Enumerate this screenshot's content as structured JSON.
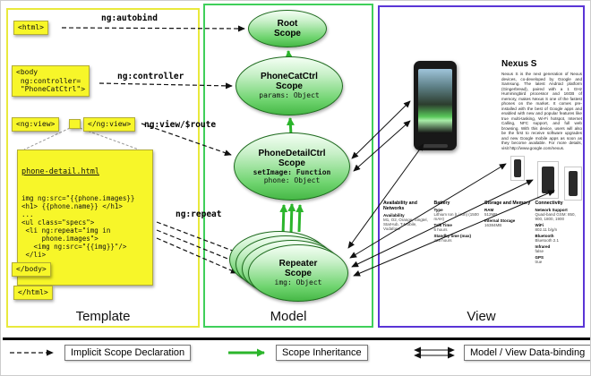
{
  "colors": {
    "template_border": "#e9e93c",
    "model_border": "#3fcf5a",
    "view_border": "#5a35d6",
    "code_box_bg": "#f7f629",
    "scope_fill_green": "#55c955",
    "inheritance_arrow_green": "#2bb52b"
  },
  "panels": {
    "template": {
      "label": "Template"
    },
    "model": {
      "label": "Model"
    },
    "view": {
      "label": "View"
    }
  },
  "annotations": {
    "autobind": "ng:autobind",
    "controller": "ng:controller",
    "view_route": "ng:view/$route",
    "repeat": "ng:repeat"
  },
  "code": {
    "html_open": "<html>",
    "body_open": "<body\n ng:controller=\n \"PhoneCatCtrl\">",
    "ngview_open": "<ng:view>",
    "ngview_close": "</ng:view>",
    "detail_title": "phone-detail.html",
    "detail_code": "img ng:src=\"{{phone.images}}\n<h1> {{phone.name}} </h1>\n...\n<ul class=\"specs\">\n <li ng:repeat=\"img in\n     phone.images\">\n   <img ng:src=\"{{img}}\"/>\n </li>\n...",
    "body_close": "</body>",
    "html_close": "</html>"
  },
  "scopes": {
    "root": {
      "name": "Root",
      "type": "Scope"
    },
    "phonecat": {
      "name": "PhoneCatCtrl",
      "type": "Scope",
      "prop1": "params: Object"
    },
    "phonedetail": {
      "name": "PhoneDetailCtrl",
      "type": "Scope",
      "prop1": "setImage: Function",
      "prop2": "phone: Object"
    },
    "repeater": {
      "name": "Repeater",
      "type": "Scope",
      "prop1": "img: Object"
    }
  },
  "view": {
    "product_title": "Nexus S",
    "description": "Nexus S is the next generation of Nexus devices, co-developed by Google and Samsung. The latest Android platform (Gingerbread), paired with a 1 GHz Hummingbird processor and 16GB of memory, makes Nexus S one of the fastest phones on the market. It comes pre-installed with the best of Google apps and enabled with new and popular features like true multi-tasking, Wi-Fi hotspot, Internet Calling, NFC support, and full web browsing. With this device, users will also be the first to receive software upgrades and new Google mobile apps as soon as they become available. For more details, visit http://www.google.com/nexus.",
    "specs": [
      {
        "header": "Availability and Networks",
        "items": [
          {
            "dt": "Availability",
            "dd": "M1, O2, Orange, Singtel, StarHub, T-Mobile, Vodafone"
          }
        ]
      },
      {
        "header": "Battery",
        "items": [
          {
            "dt": "Type",
            "dd": "Lithium Ion (Li-Ion) (1500 mAH)"
          },
          {
            "dt": "Talk Time",
            "dd": "6 hours"
          },
          {
            "dt": "Standby time (max)",
            "dd": "428 hours"
          }
        ]
      },
      {
        "header": "Storage and Memory",
        "items": [
          {
            "dt": "RAM",
            "dd": "512MB"
          },
          {
            "dt": "Internal Storage",
            "dd": "16384MB"
          }
        ]
      },
      {
        "header": "Connectivity",
        "items": [
          {
            "dt": "Network Support",
            "dd": "Quad-band GSM: 850, 900, 1800, 1900"
          },
          {
            "dt": "WiFi",
            "dd": "802.11 b/g/n"
          },
          {
            "dt": "Bluetooth",
            "dd": "Bluetooth 2.1"
          },
          {
            "dt": "Infrared",
            "dd": "false"
          },
          {
            "dt": "GPS",
            "dd": "true"
          }
        ]
      }
    ]
  },
  "legend": {
    "implicit": "Implicit Scope Declaration",
    "inheritance": "Scope Inheritance",
    "databinding": "Model / View Data-binding"
  }
}
